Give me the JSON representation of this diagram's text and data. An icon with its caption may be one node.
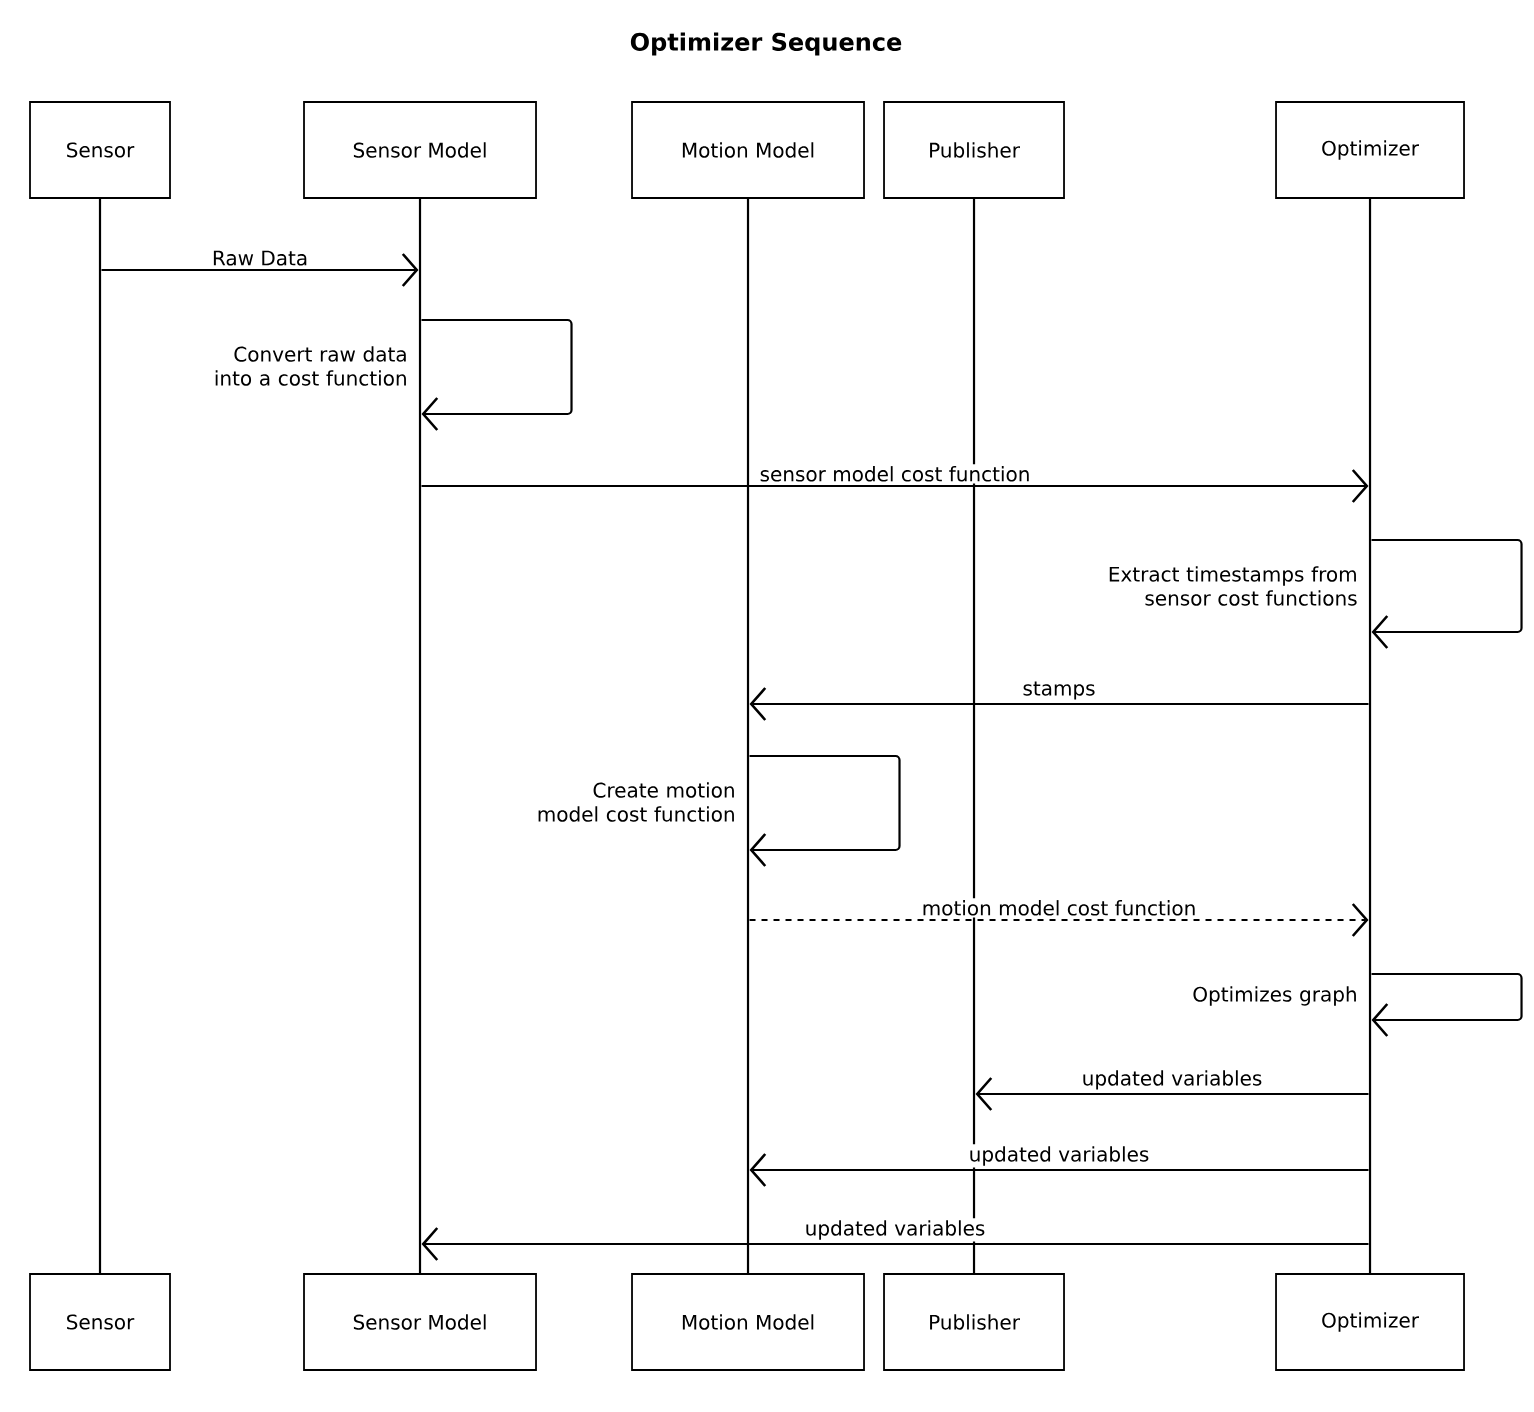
{
  "diagram": {
    "title": "Optimizer Sequence",
    "nodes": [
      {
        "text": [
          "Sensor"
        ]
      },
      {
        "text": [
          "Sensor Model"
        ]
      },
      {
        "text": [
          "Motion Model"
        ]
      },
      {
        "text": [
          "Publisher"
        ]
      },
      {
        "text": [
          "Optimizer"
        ]
      },
      {
        "text": [],
        "shape": "line"
      },
      {
        "text": [],
        "shape": "line"
      },
      {
        "text": [],
        "shape": "line"
      },
      {
        "text": [],
        "shape": "line"
      },
      {
        "text": [],
        "shape": "line"
      },
      {
        "text": [
          "Sensor"
        ]
      },
      {
        "text": [
          "Sensor Model"
        ]
      },
      {
        "text": [
          "Motion Model"
        ]
      },
      {
        "text": [
          "Publisher"
        ]
      },
      {
        "text": [
          "Optimizer"
        ]
      }
    ],
    "edges": [
      {
        "from": 5,
        "to": 6,
        "arrow": "to",
        "label": "Raw Data"
      },
      {
        "from": 6,
        "to": 6,
        "arrow": "to",
        "label": "Convert raw data into a cost function"
      },
      {
        "from": 6,
        "to": 9,
        "arrow": "to",
        "label": "sensor model cost function"
      },
      {
        "from": 9,
        "to": 9,
        "arrow": "to",
        "label": "Extract timestamps from sensor cost functions"
      },
      {
        "from": 9,
        "to": 7,
        "arrow": "to",
        "label": "stamps"
      },
      {
        "from": 7,
        "to": 7,
        "arrow": "to",
        "label": "Create motion model cost function"
      },
      {
        "from": 7,
        "to": 9,
        "arrow": "to",
        "label": "motion model cost function",
        "style": "dashed"
      },
      {
        "from": 9,
        "to": 9,
        "arrow": "to",
        "label": "Optimizes graph"
      },
      {
        "from": 9,
        "to": 8,
        "arrow": "to",
        "label": "updated variables"
      },
      {
        "from": 9,
        "to": 7,
        "arrow": "to",
        "label": "updated variables"
      },
      {
        "from": 9,
        "to": 6,
        "arrow": "to",
        "label": "updated variables"
      }
    ]
  }
}
